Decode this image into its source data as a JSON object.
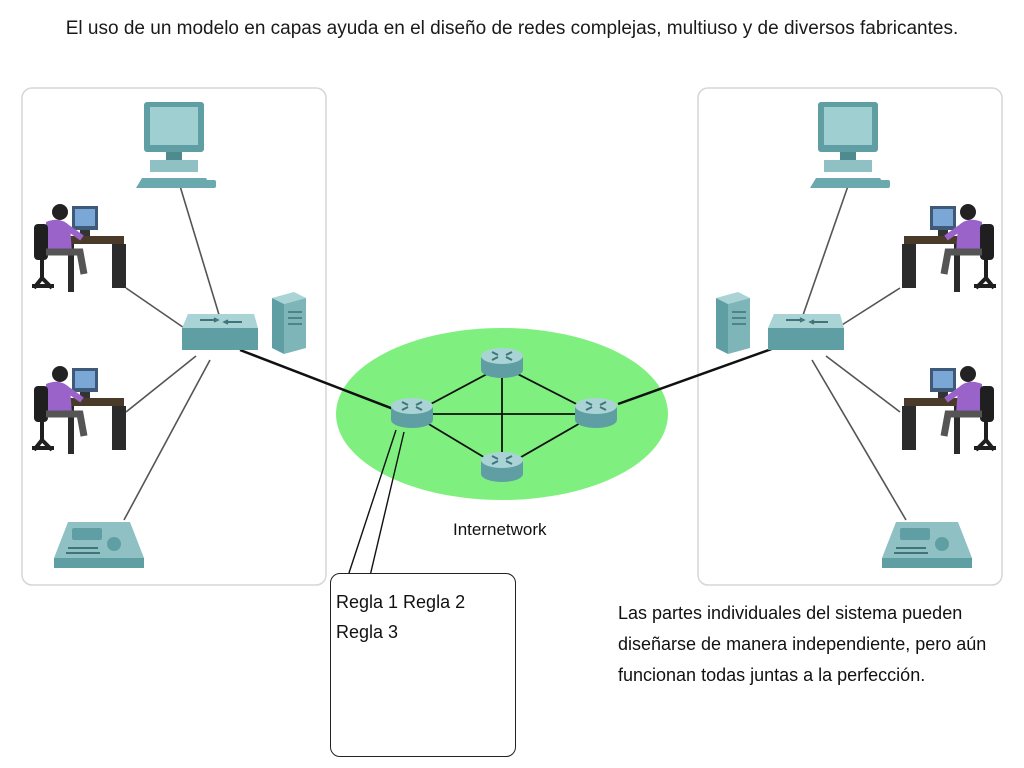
{
  "heading": "El uso de un modelo en capas ayuda en el diseño de redes complejas, multiuso y de diversos fabricantes.",
  "internetwork_label": "Internetwork",
  "rules": {
    "line1": "Regla 1 Regla 2",
    "line2": "Regla 3"
  },
  "caption": "Las partes individuales del sistema pueden diseñarse de manera independiente, pero aún funcionan todas juntas a la perfección.",
  "colors": {
    "cloud": "#7ff07f",
    "device": "#5f9fa3",
    "device_light": "#a9d3d4",
    "device_dark": "#3f7479",
    "user_shirt": "#9a63c9",
    "panel_border": "#d6d6d6"
  },
  "icons": {
    "left_panel": [
      "desktop-computer-icon",
      "user-at-desk-icon",
      "user-at-desk-icon",
      "ip-phone-icon",
      "switch-icon",
      "server-icon"
    ],
    "internetwork": [
      "router-icon",
      "router-icon",
      "router-icon",
      "router-icon"
    ],
    "right_panel": [
      "desktop-computer-icon",
      "user-at-desk-icon",
      "user-at-desk-icon",
      "ip-phone-icon",
      "switch-icon",
      "server-icon"
    ]
  }
}
